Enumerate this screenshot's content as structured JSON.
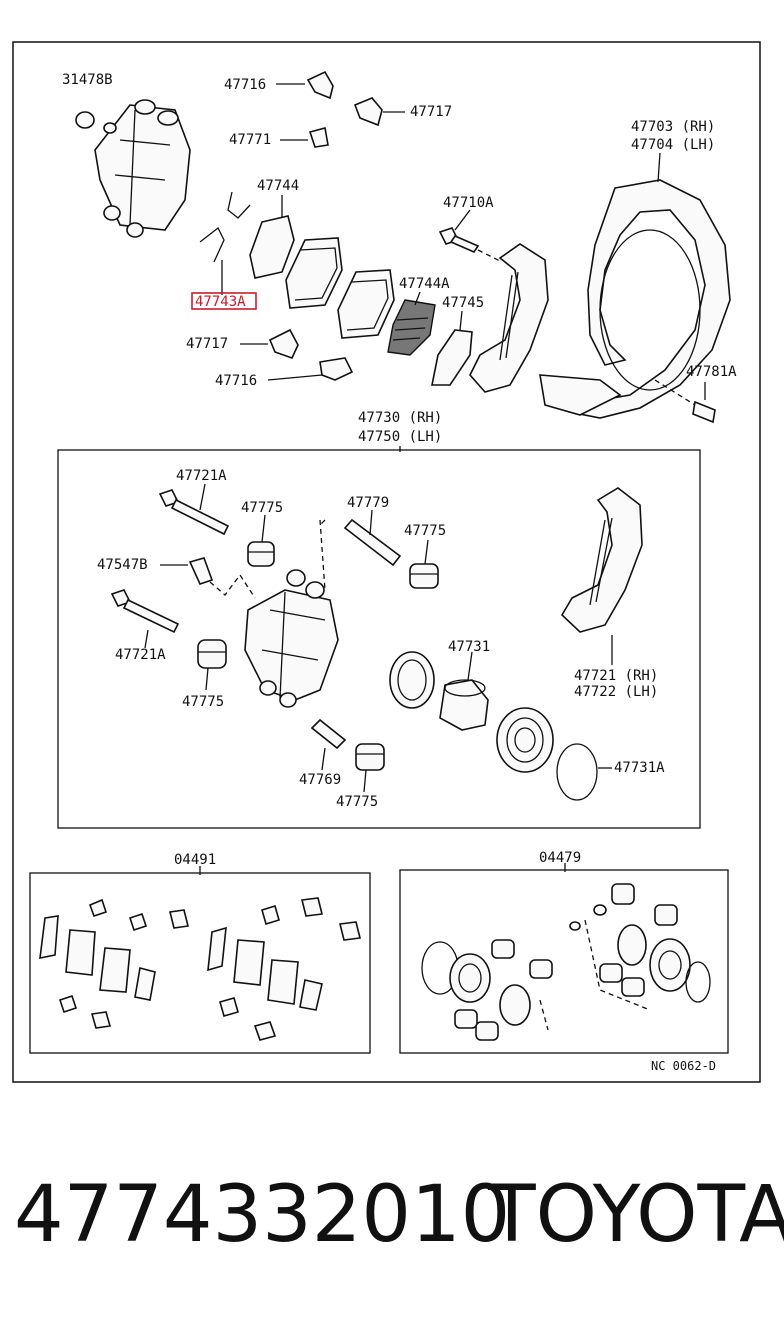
{
  "diagram": {
    "labels": {
      "l31478B": "31478B",
      "l47716a": "47716",
      "l47717a": "47717",
      "l47771": "47771",
      "l47703": "47703 (RH)",
      "l47704": "47704 (LH)",
      "l47744": "47744",
      "l47710A": "47710A",
      "l47743A": "47743A",
      "l47744A": "47744A",
      "l47745": "47745",
      "l47717b": "47717",
      "l47716b": "47716",
      "l47781A": "47781A",
      "l47730": "47730 (RH)",
      "l47750": "47750 (LH)",
      "l47721Aa": "47721A",
      "l47775a": "47775",
      "l47779": "47779",
      "l47775b": "47775",
      "l47547B": "47547B",
      "l47721Ab": "47721A",
      "l47731": "47731",
      "l47775c": "47775",
      "l47721": "47721 (RH)",
      "l47722": "47722 (LH)",
      "l47769": "47769",
      "l47775d": "47775",
      "l47731A": "47731A",
      "l04491": "04491",
      "l04479": "04479",
      "lNC": "NC  0062-D"
    },
    "highlight_color": "#c81d2a"
  },
  "caption": {
    "part_number": "4774332010",
    "brand": "TOYOTA"
  }
}
